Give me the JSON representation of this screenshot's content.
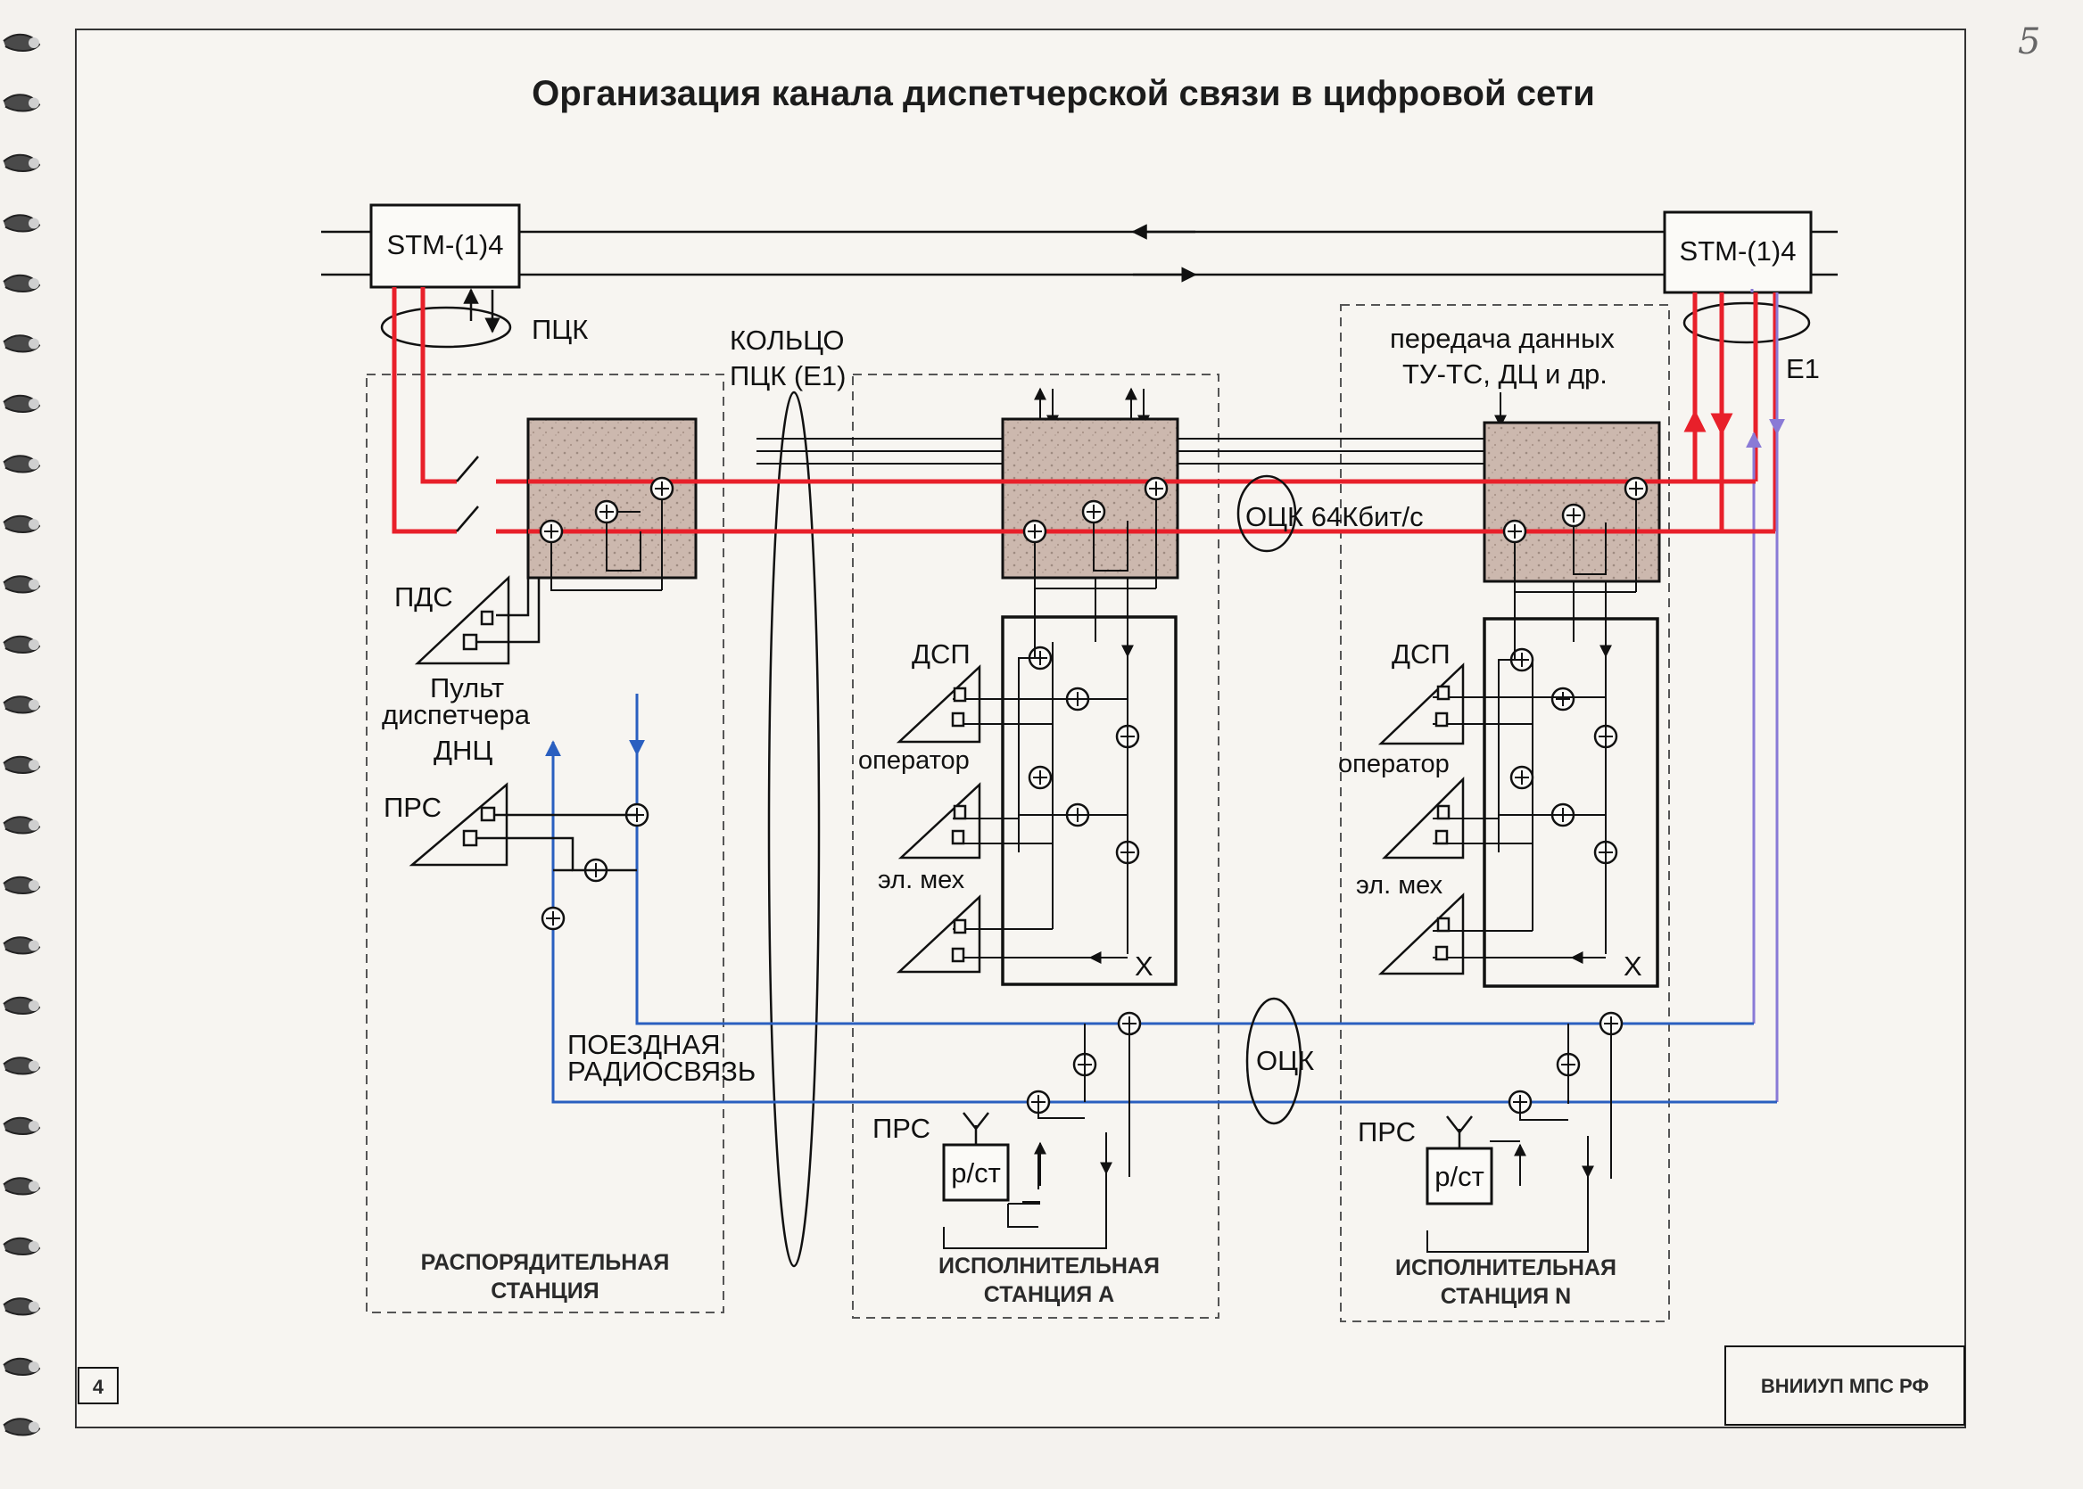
{
  "title": "Организация канала диспетчерской связи в цифровой сети",
  "handwritten_mark": "5",
  "page_number": "4",
  "footer_org": "ВНИИУП МПС РФ",
  "colors": {
    "red_channel": "#e8202a",
    "blue_channel": "#2a5fc0",
    "violet_channel": "#8a7ad6",
    "unit_fill": "#ccb8ae",
    "line": "#111111"
  },
  "mux": {
    "left_label": "STM-(1)4",
    "right_label": "STM-(1)4"
  },
  "labels": {
    "ptsk": "ПЦК",
    "ring_line1": "КОЛЬЦО",
    "ring_line2": "ПЦК (Е1)",
    "data_line1": "передача данных",
    "data_line2": "ТУ-ТС, ДЦ и др.",
    "e1": "E1",
    "otsk_64": "ОЦК  64Кбит/с",
    "otsk": "ОЦК",
    "pds": "ПДС",
    "console_line1": "Пульт",
    "console_line2": "диспетчера",
    "console_line3": "ДНЦ",
    "prs": "ПРС",
    "radio_line1": "ПОЕЗДНАЯ",
    "radio_line2": "РАДИОСВЯЗЬ",
    "dsp": "ДСП",
    "operator": "оператор",
    "el_meh": "эл. мех",
    "radio_station": "р/ст",
    "x_mark": "X"
  },
  "stations": {
    "dispatch_line1": "РАСПОРЯДИТЕЛЬНАЯ",
    "dispatch_line2": "СТАНЦИЯ",
    "exec_a_line1": "ИСПОЛНИТЕЛЬНАЯ",
    "exec_a_line2": "СТАНЦИЯ А",
    "exec_n_line1": "ИСПОЛНИТЕЛЬНАЯ",
    "exec_n_line2": "СТАНЦИЯ N"
  }
}
